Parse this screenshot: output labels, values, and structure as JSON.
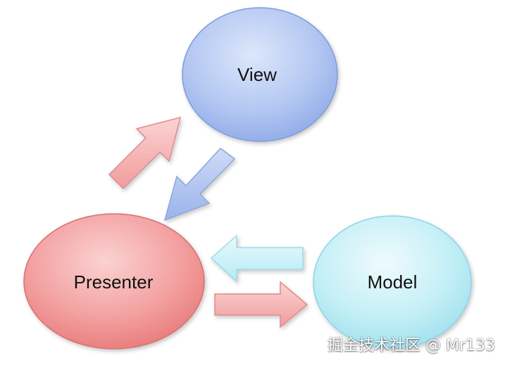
{
  "nodes": {
    "view": {
      "label": "View",
      "color": "#9db6ee"
    },
    "presenter": {
      "label": "Presenter",
      "color": "#f08a8a"
    },
    "model": {
      "label": "Model",
      "color": "#a9e6f2"
    }
  },
  "watermark": {
    "text": "掘金技术社区 @ Mr133"
  },
  "colors": {
    "red_arrow": "#f5a5a5",
    "blue_arrow": "#a7bbeb",
    "cyan_arrow": "#bfeff7"
  }
}
